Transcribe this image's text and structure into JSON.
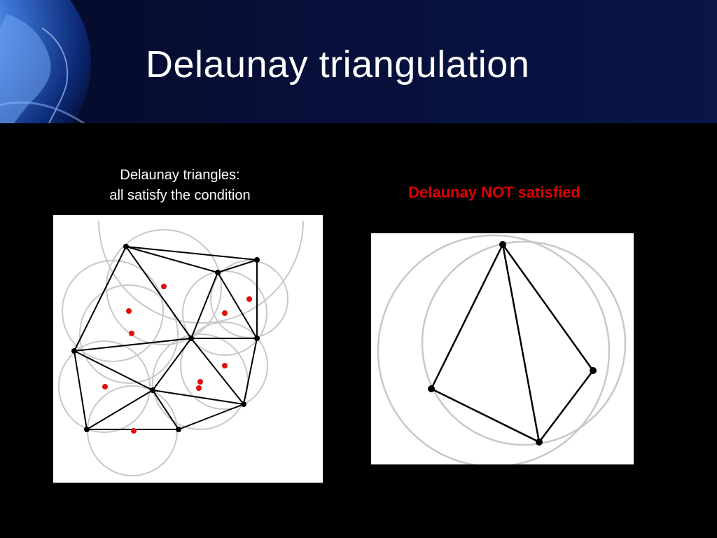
{
  "slide": {
    "title": "Delaunay triangulation"
  },
  "left_panel": {
    "caption_line1": "Delaunay triangles:",
    "caption_line2": "all satisfy the condition",
    "circle_color": "#cccccc",
    "edge_color": "#000000",
    "vertex_color": "#000000",
    "center_color": "#e01010"
  },
  "right_panel": {
    "caption": "Delaunay NOT satisfied",
    "caption_color": "#e00000",
    "circle_color": "#cccccc",
    "edge_color": "#000000",
    "vertex_color": "#000000"
  },
  "colors": {
    "background": "#000000",
    "header_background": "#07103a",
    "title_text": "#ffffff"
  }
}
